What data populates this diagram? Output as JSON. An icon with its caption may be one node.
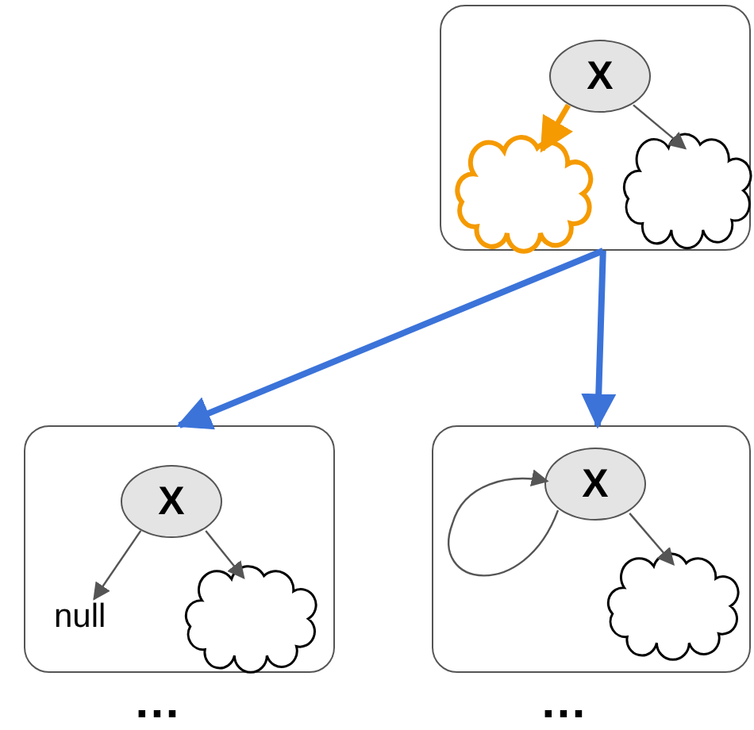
{
  "diagram": {
    "nodes": [
      {
        "text": [],
        "shape": "box"
      },
      {
        "text": [
          "X"
        ],
        "in": 0
      },
      {
        "text": [],
        "shape": "cloud",
        "in": 0
      },
      {
        "text": [],
        "shape": "cloud",
        "in": 0
      },
      {
        "text": [],
        "shape": "box"
      },
      {
        "text": [
          "X"
        ],
        "in": 4
      },
      {
        "text": [
          "null"
        ],
        "in": 4
      },
      {
        "text": [],
        "shape": "cloud",
        "in": 4
      },
      {
        "text": [],
        "shape": "box"
      },
      {
        "text": [
          "X"
        ],
        "in": 8
      },
      {
        "text": [],
        "shape": "cloud",
        "in": 8
      }
    ],
    "edges": [
      {
        "from": 1,
        "to": 2,
        "arrow": "to",
        "color": "#f59a00",
        "style": "thick"
      },
      {
        "from": 1,
        "to": 3,
        "arrow": "to"
      },
      {
        "from": 0,
        "to": 4,
        "arrow": "to",
        "style": "thick",
        "color": "#3b73d9"
      },
      {
        "from": 0,
        "to": 8,
        "arrow": "to",
        "style": "thick",
        "color": "#3b73d9"
      },
      {
        "from": 5,
        "to": 6,
        "arrow": "to"
      },
      {
        "from": 5,
        "to": 7,
        "arrow": "to"
      },
      {
        "from": 9,
        "to": 9,
        "arrow": "to"
      },
      {
        "from": 9,
        "to": 10,
        "arrow": "to"
      }
    ],
    "labels": [
      "…",
      "…"
    ]
  }
}
